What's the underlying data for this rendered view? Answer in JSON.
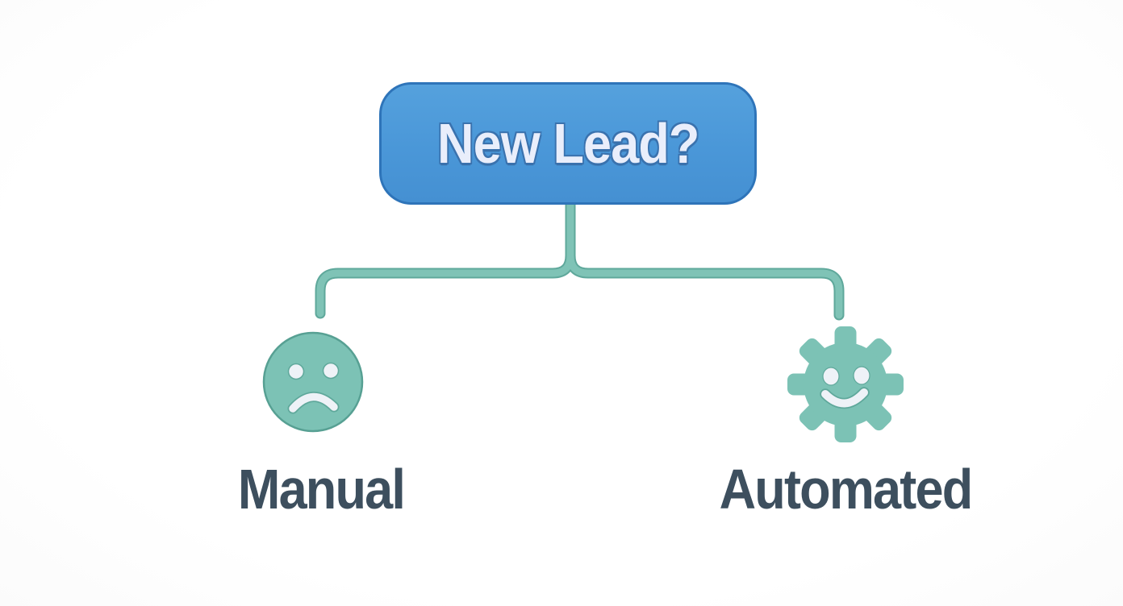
{
  "diagram": {
    "type": "flowchart",
    "root_node": {
      "label": "New Lead?",
      "shape": "rounded-rectangle"
    },
    "branches": [
      {
        "icon": "sad-face-icon",
        "label": "Manual"
      },
      {
        "icon": "gear-smiley-icon",
        "label": "Automated"
      }
    ],
    "colors": {
      "background": "#ffffff",
      "node_fill": "#4a97d8",
      "node_border": "#2e74b9",
      "node_text": "#e9eefb",
      "connector": "#7fc3b6",
      "connector_edge": "#5fa89b",
      "icon_fill": "#7cc2b5",
      "icon_outline": "#57a093",
      "icon_feature": "#eef2f7",
      "label_text": "#3d4f5e"
    }
  }
}
